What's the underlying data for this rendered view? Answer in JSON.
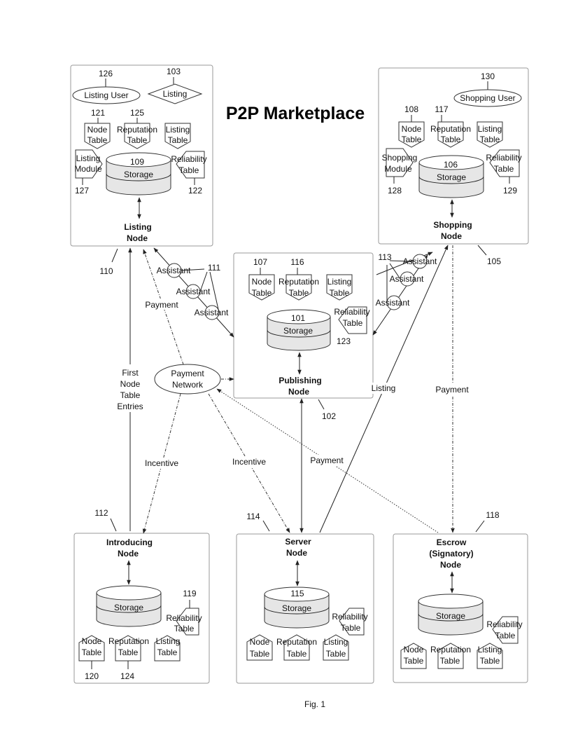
{
  "title": "P2P Marketplace",
  "caption": "Fig. 1",
  "nodes": {
    "listing": {
      "name1": "Listing",
      "name2": "Node",
      "ref": "110",
      "listing_user": "Listing User",
      "listing_user_ref": "126",
      "listing_label": "Listing",
      "listing_ref": "103",
      "storage_ref": "109",
      "module1": "Listing",
      "module2": "Module",
      "module_ref": "127",
      "node_table_ref": "121",
      "reputation_table_ref": "125",
      "reliability_table_ref": "122"
    },
    "shopping": {
      "name1": "Shopping",
      "name2": "Node",
      "ref": "105",
      "shopping_user": "Shopping User",
      "shopping_user_ref": "130",
      "storage_ref": "106",
      "module1": "Shopping",
      "module2": "Module",
      "module_ref": "128",
      "node_table_ref": "108",
      "reputation_table_ref": "117",
      "reliability_table_ref": "129"
    },
    "publishing": {
      "name1": "Publishing",
      "name2": "Node",
      "ref": "102",
      "storage_ref": "101",
      "node_table_ref": "107",
      "reputation_table_ref": "116",
      "reliability_table_ref": "123"
    },
    "introducing": {
      "name1": "Introducing",
      "name2": "Node",
      "ref": "112",
      "reliability_table_ref": "119",
      "node_table_ref": "120",
      "reputation_table_ref": "124"
    },
    "server": {
      "name1": "Server",
      "name2": "Node",
      "ref": "114",
      "storage_ref": "115"
    },
    "escrow": {
      "name1": "Escrow",
      "name2": "(Signatory)",
      "name3": "Node",
      "ref": "118"
    }
  },
  "common": {
    "storage": "Storage",
    "node1": "Node",
    "table": "Table",
    "reputation": "Reputation",
    "listing": "Listing",
    "reliability": "Reliability"
  },
  "payment_network": {
    "line1": "Payment",
    "line2": "Network"
  },
  "assistant": "Assistant",
  "assistant_ref_left": "111",
  "assistant_ref_right": "113",
  "edge_labels": {
    "payment": "Payment",
    "incentive": "Incentive",
    "listing": "Listing",
    "first1": "First",
    "first2": "Node",
    "first3": "Table",
    "first4": "Entries"
  }
}
